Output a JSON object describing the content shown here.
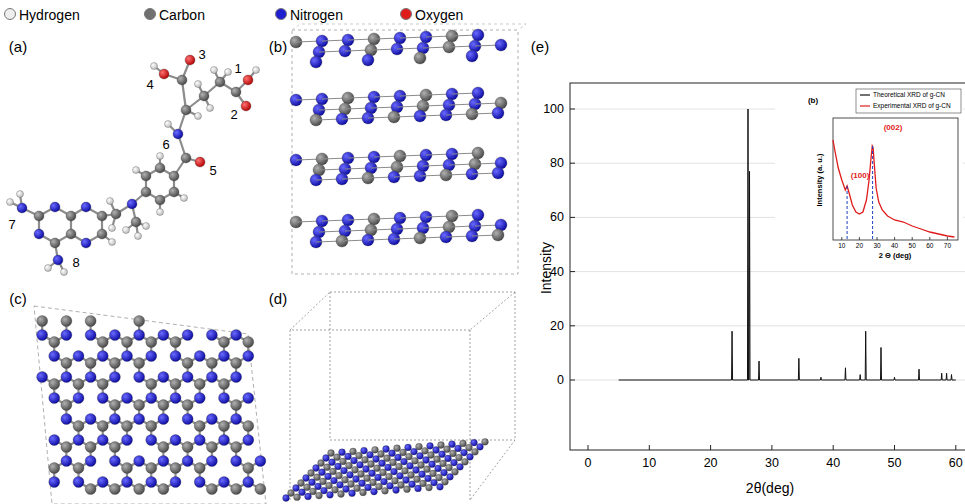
{
  "diagram": {
    "labels": [
      "(a)",
      "1",
      "2",
      "3",
      "4",
      "5",
      "6",
      "7",
      "8",
      "(b)",
      "(c)",
      "(d)",
      "(e)",
      "Intensity",
      "100",
      "80",
      "60",
      "40",
      "20",
      "0",
      "0",
      "10",
      "20",
      "30",
      "40",
      "50",
      "60",
      "2θ(deg)",
      "(b)",
      "(002)",
      "(100)",
      "Intensity (a. u.)",
      "2 Θ (deg)",
      "10",
      "20",
      "30",
      "40",
      "50",
      "60",
      "70"
    ],
    "legend": [
      {
        "text": "Hydrogen",
        "color": "#eeeeee"
      },
      {
        "text": "Carbon",
        "color": "#707070"
      },
      {
        "text": "Nitrogen",
        "color": "#1f1fd0"
      },
      {
        "text": "Oxygen",
        "color": "#e01b1b"
      },
      {
        "text": "Theoretical XRD of g-CN"
      },
      {
        "text": "Experimental XRD of g-CN"
      }
    ]
  }
}
